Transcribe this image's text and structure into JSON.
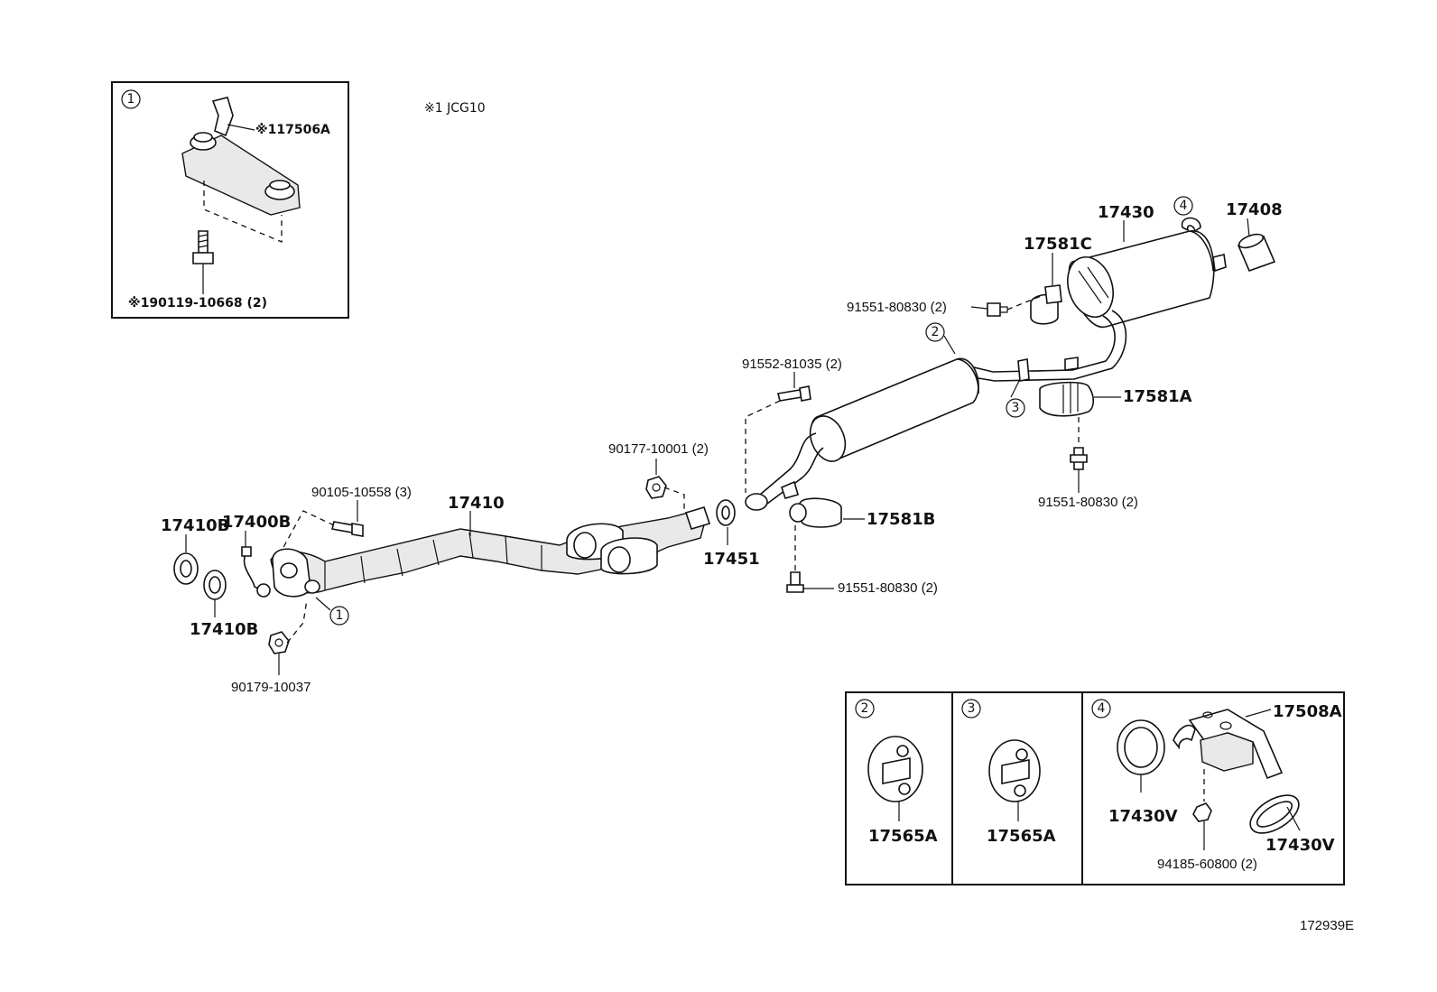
{
  "note": "※1  JCG10",
  "figure_code": "172939E",
  "callouts": {
    "c1": "1",
    "c2": "2",
    "c3": "3",
    "c4": "4"
  },
  "inset1": {
    "marker": "1",
    "part_bracket": "※117506A",
    "part_stud": "※190119-10668 (2)"
  },
  "main_parts": {
    "p17430": "17430",
    "p17408": "17408",
    "p17581C": "17581C",
    "p91551_top": "91551-80830 (2)",
    "p17581A": "17581A",
    "p91551_right": "91551-80830 (2)",
    "p91552": "91552-81035 (2)",
    "p90177": "90177-10001 (2)",
    "p17451": "17451",
    "p17581B": "17581B",
    "p91551_mid": "91551-80830 (2)",
    "p90105": "90105-10558 (3)",
    "p17410": "17410",
    "p17410B_top": "17410B",
    "p17400B": "17400B",
    "p17410B_bot": "17410B",
    "p90179": "90179-10037"
  },
  "inset2": {
    "marker": "2",
    "part": "17565A"
  },
  "inset3": {
    "marker": "3",
    "part": "17565A"
  },
  "inset4": {
    "marker": "4",
    "part_bracket": "17508A",
    "part_gasket_a": "17430V",
    "part_gasket_b": "17430V",
    "part_nut": "94185-60800 (2)"
  }
}
